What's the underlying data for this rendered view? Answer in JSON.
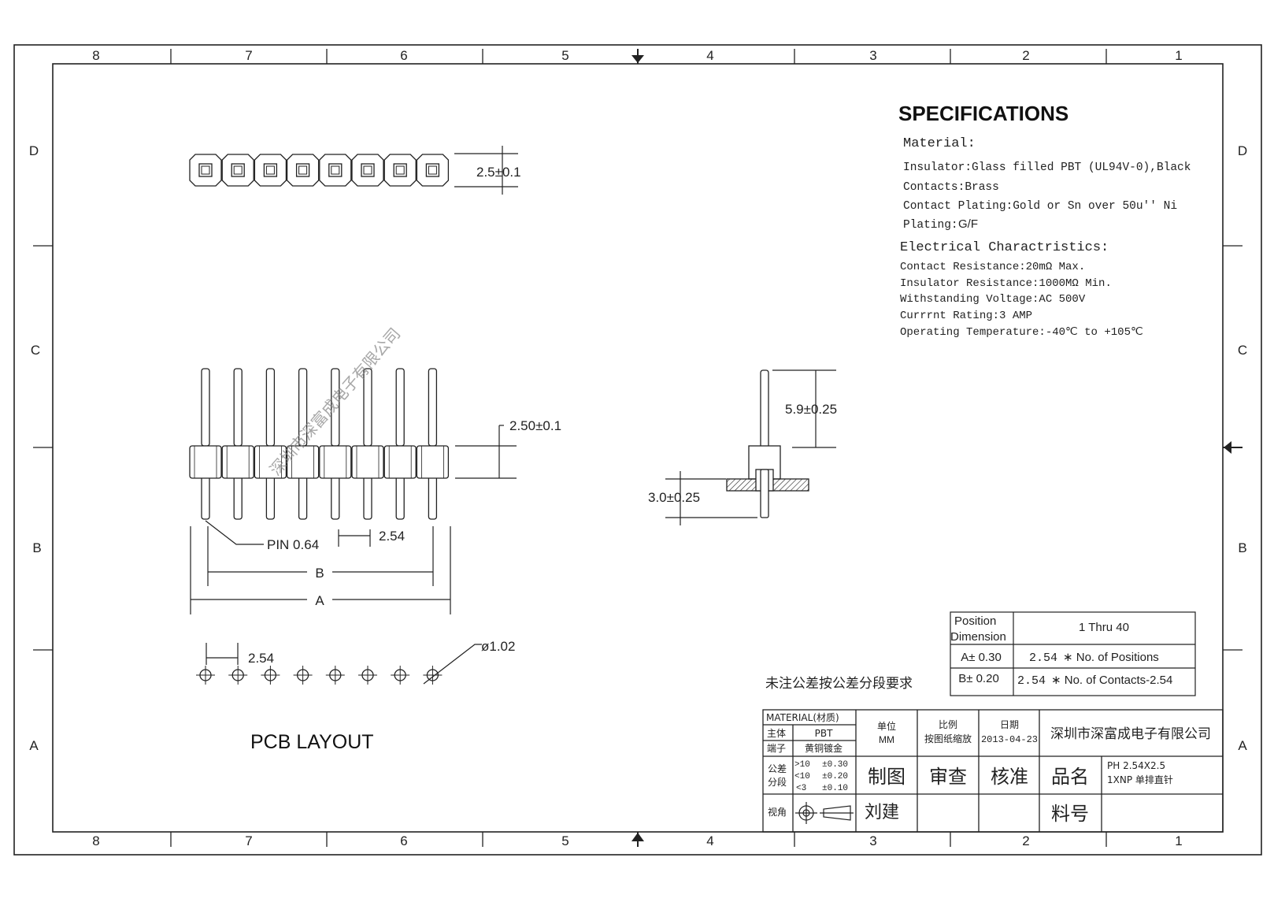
{
  "frame": {
    "top_columns": [
      "8",
      "7",
      "6",
      "5",
      "4",
      "3",
      "2",
      "1"
    ],
    "bottom_columns": [
      "8",
      "7",
      "6",
      "5",
      "4",
      "3",
      "2",
      "1"
    ],
    "left_rows": [
      "D",
      "C",
      "B",
      "A"
    ],
    "right_rows": [
      "D",
      "C",
      "B",
      "A"
    ]
  },
  "specifications": {
    "title": "SPECIFICATIONS",
    "material_heading": "Material:",
    "insulator": "Insulator:Glass filled PBT (UL94V-0),Black",
    "contacts": "Contacts:Brass",
    "contact_plating": "Contact Plating:Gold or Sn over 50u'' Ni",
    "plating_label": "Plating:",
    "plating_value": "G/F",
    "electrical_heading": "Electrical Charactristics:",
    "contact_resistance": "Contact Resistance:20mΩ Max.",
    "insulator_resistance": "Insulator Resistance:1000MΩ Min.",
    "withstanding_voltage": "Withstanding Voltage:AC 500V",
    "current_rating": "Currrnt Rating:3 AMP",
    "operating_temperature": "Operating Temperature:-40℃ to +105℃"
  },
  "top_view": {
    "pin_count": 8,
    "dim_height": "2.5±0.1"
  },
  "front_view": {
    "pin_count": 8,
    "dim_body": "2.50±0.1",
    "pin_label": "PIN  0.64",
    "pitch": "2.54",
    "dim_b": "B",
    "dim_a": "A",
    "watermark": "深圳市深富成电子有限公司"
  },
  "side_view": {
    "dim_upper": "5.9±0.25",
    "dim_lower": "3.0±0.25"
  },
  "pcb_layout": {
    "pitch": "2.54",
    "hole": "ø1.02",
    "title": "PCB LAYOUT",
    "hole_count": 8
  },
  "note_text": "未注公差按公差分段要求",
  "dimension_table": {
    "header_left": "Position Dimension",
    "header_right": "1  Thru 40",
    "rows": [
      {
        "label": "A± 0.30",
        "value_num": "2.54",
        "value_text": " ∗ No. of Positions"
      },
      {
        "label": "B± 0.20",
        "value_num": "2.54",
        "value_text": " ∗ No. of Contacts-2.54"
      }
    ]
  },
  "title_block": {
    "material_label": "MATERIAL(材质)",
    "body_label": "主体",
    "body_value": "PBT",
    "terminal_label": "端子",
    "terminal_value": "黄铜镀金",
    "tolerance_label_1": "公差",
    "tolerance_label_2": "分段",
    "tol_rows": [
      {
        "range": ">10",
        "tol": "±0.30"
      },
      {
        "range": "<10",
        "tol": "±0.20"
      },
      {
        "range": "<3",
        "tol": "±0.10"
      }
    ],
    "view_angle_label": "视角",
    "unit_label": "单位",
    "unit_value": "MM",
    "scale_label": "比例",
    "scale_value": "按图纸缩放",
    "date_label": "日期",
    "date_value": "2013-04-23",
    "company": "深圳市深富成电子有限公司",
    "drawn_label": "制图",
    "checked_label": "审查",
    "approved_label": "核准",
    "name_label": "品名",
    "product_name_line1": "PH  2.54X2.5",
    "product_name_line2": "1XNP   单排直针",
    "drawn_by": "刘建",
    "part_no_label": "料号"
  }
}
